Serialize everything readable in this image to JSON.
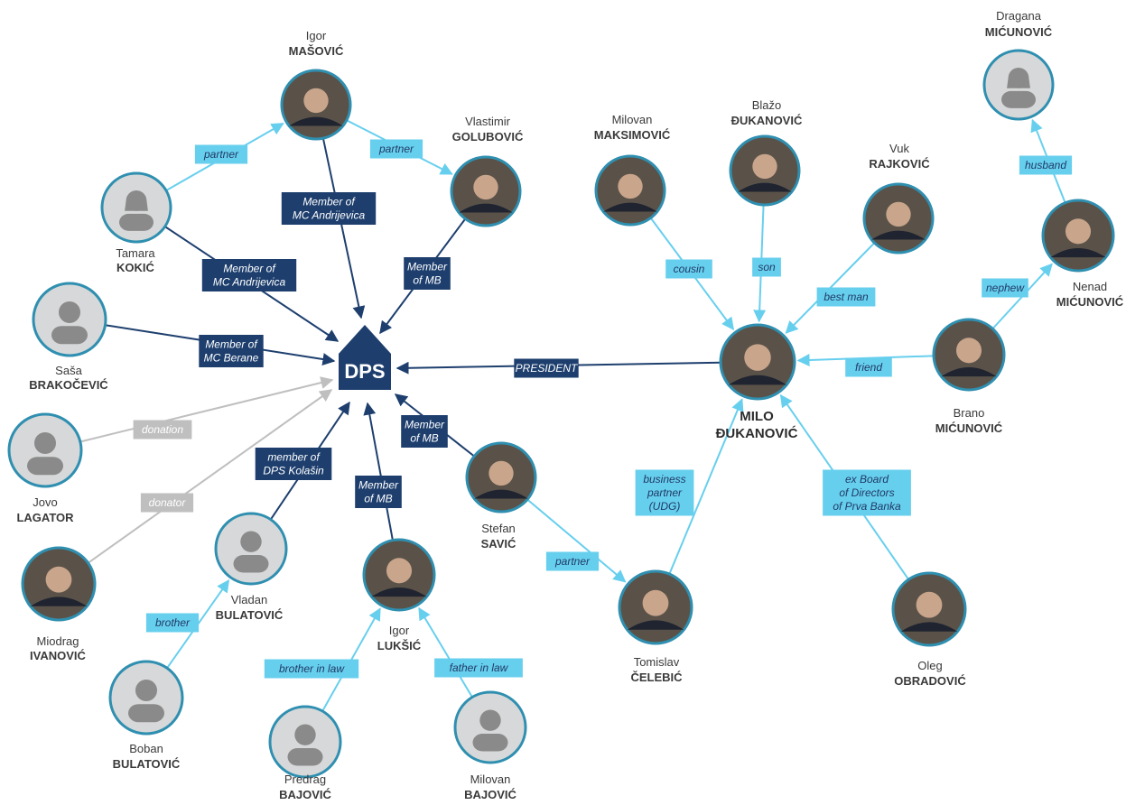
{
  "center": {
    "label": "DPS"
  },
  "colors": {
    "navy": "#1e3f6e",
    "cyan": "#67cfee",
    "gray": "#bfbfbf",
    "ring": "#2f8fb0"
  },
  "people": [
    {
      "id": "masovic",
      "first": "Igor",
      "last": "MAŠOVIĆ",
      "photo": true,
      "icon": "person-photo"
    },
    {
      "id": "golubovic",
      "first": "Vlastimir",
      "last": "GOLUBOVIĆ",
      "photo": true,
      "icon": "person-photo"
    },
    {
      "id": "kokic",
      "first": "Tamara",
      "last": "KOKIĆ",
      "photo": false,
      "icon": "female-avatar-icon"
    },
    {
      "id": "brakocevic",
      "first": "Saša",
      "last": "BRAKOČEVIĆ",
      "photo": false,
      "icon": "male-avatar-icon"
    },
    {
      "id": "lagator",
      "first": "Jovo",
      "last": "LAGATOR",
      "photo": false,
      "icon": "male-avatar-icon"
    },
    {
      "id": "ivanovic",
      "first": "Miodrag",
      "last": "IVANOVIĆ",
      "photo": true,
      "icon": "person-photo"
    },
    {
      "id": "v_bulatovic",
      "first": "Vladan",
      "last": "BULATOVIĆ",
      "photo": false,
      "icon": "male-avatar-icon"
    },
    {
      "id": "b_bulatovic",
      "first": "Boban",
      "last": "BULATOVIĆ",
      "photo": false,
      "icon": "male-avatar-icon"
    },
    {
      "id": "luksic",
      "first": "Igor",
      "last": "LUKŠIĆ",
      "photo": true,
      "icon": "person-photo"
    },
    {
      "id": "p_bajovic",
      "first": "Predrag",
      "last": "BAJOVIĆ",
      "photo": false,
      "icon": "male-avatar-icon"
    },
    {
      "id": "m_bajovic",
      "first": "Milovan",
      "last": "BAJOVIĆ",
      "photo": false,
      "icon": "male-avatar-icon"
    },
    {
      "id": "savic",
      "first": "Stefan",
      "last": "SAVIĆ",
      "photo": true,
      "icon": "person-photo"
    },
    {
      "id": "celebic",
      "first": "Tomislav",
      "last": "ČELEBIĆ",
      "photo": true,
      "icon": "person-photo"
    },
    {
      "id": "djukanovic_milo",
      "first": "MILO",
      "last": "ĐUKANOVIĆ",
      "photo": true,
      "icon": "person-photo"
    },
    {
      "id": "maksimovic",
      "first": "Milovan",
      "last": "MAKSIMOVIĆ",
      "photo": true,
      "icon": "person-photo"
    },
    {
      "id": "djukanovic_blazo",
      "first": "Blažo",
      "last": "ĐUKANOVIĆ",
      "photo": true,
      "icon": "person-photo"
    },
    {
      "id": "rajkovic",
      "first": "Vuk",
      "last": "RAJKOVIĆ",
      "photo": true,
      "icon": "person-photo"
    },
    {
      "id": "d_micunovic",
      "first": "Dragana",
      "last": "MIĆUNOVIĆ",
      "photo": false,
      "icon": "female-avatar-icon"
    },
    {
      "id": "n_micunovic",
      "first": "Nenad",
      "last": "MIĆUNOVIĆ",
      "photo": true,
      "icon": "person-photo"
    },
    {
      "id": "b_micunovic",
      "first": "Brano",
      "last": "MIĆUNOVIĆ",
      "photo": true,
      "icon": "person-photo"
    },
    {
      "id": "obradovic",
      "first": "Oleg",
      "last": "OBRADOVIĆ",
      "photo": true,
      "icon": "person-photo"
    }
  ],
  "relations": [
    {
      "from": "kokic",
      "to": "masovic",
      "label": [
        "partner"
      ],
      "style": "cyan"
    },
    {
      "from": "masovic",
      "to": "golubovic",
      "label": [
        "partner"
      ],
      "style": "cyan"
    },
    {
      "from": "masovic",
      "to": "dps",
      "label": [
        "Member of",
        "MC Andrijevica"
      ],
      "style": "navy"
    },
    {
      "from": "kokic",
      "to": "dps",
      "label": [
        "Member of",
        "MC Andrijevica"
      ],
      "style": "navy"
    },
    {
      "from": "golubovic",
      "to": "dps",
      "label": [
        "Member",
        "of MB"
      ],
      "style": "navy"
    },
    {
      "from": "brakocevic",
      "to": "dps",
      "label": [
        "Member of",
        "MC Berane"
      ],
      "style": "navy"
    },
    {
      "from": "lagator",
      "to": "dps",
      "label": [
        "donation"
      ],
      "style": "gray"
    },
    {
      "from": "ivanovic",
      "to": "dps",
      "label": [
        "donator"
      ],
      "style": "gray"
    },
    {
      "from": "v_bulatovic",
      "to": "dps",
      "label": [
        "member of",
        "DPS Kolašin"
      ],
      "style": "navy"
    },
    {
      "from": "luksic",
      "to": "dps",
      "label": [
        "Member",
        "of MB"
      ],
      "style": "navy"
    },
    {
      "from": "savic",
      "to": "dps",
      "label": [
        "Member",
        "of MB"
      ],
      "style": "navy"
    },
    {
      "from": "djukanovic_milo",
      "to": "dps",
      "label": [
        "PRESIDENT"
      ],
      "style": "navy"
    },
    {
      "from": "b_bulatovic",
      "to": "v_bulatovic",
      "label": [
        "brother"
      ],
      "style": "cyan"
    },
    {
      "from": "p_bajovic",
      "to": "luksic",
      "label": [
        "brother in law"
      ],
      "style": "cyan"
    },
    {
      "from": "m_bajovic",
      "to": "luksic",
      "label": [
        "father in law"
      ],
      "style": "cyan"
    },
    {
      "from": "savic",
      "to": "celebic",
      "label": [
        "partner"
      ],
      "style": "cyan"
    },
    {
      "from": "celebic",
      "to": "djukanovic_milo",
      "label": [
        "business",
        "partner",
        "(UDG)"
      ],
      "style": "cyan"
    },
    {
      "from": "maksimovic",
      "to": "djukanovic_milo",
      "label": [
        "cousin"
      ],
      "style": "cyan"
    },
    {
      "from": "djukanovic_blazo",
      "to": "djukanovic_milo",
      "label": [
        "son"
      ],
      "style": "cyan"
    },
    {
      "from": "rajkovic",
      "to": "djukanovic_milo",
      "label": [
        "best man"
      ],
      "style": "cyan"
    },
    {
      "from": "b_micunovic",
      "to": "djukanovic_milo",
      "label": [
        "friend"
      ],
      "style": "cyan"
    },
    {
      "from": "b_micunovic",
      "to": "n_micunovic",
      "label": [
        "nephew"
      ],
      "style": "cyan"
    },
    {
      "from": "n_micunovic",
      "to": "d_micunovic",
      "label": [
        "husband"
      ],
      "style": "cyan"
    },
    {
      "from": "obradovic",
      "to": "djukanovic_milo",
      "label": [
        "ex Board",
        "of Directors",
        "of Prva Banka"
      ],
      "style": "cyan"
    }
  ]
}
